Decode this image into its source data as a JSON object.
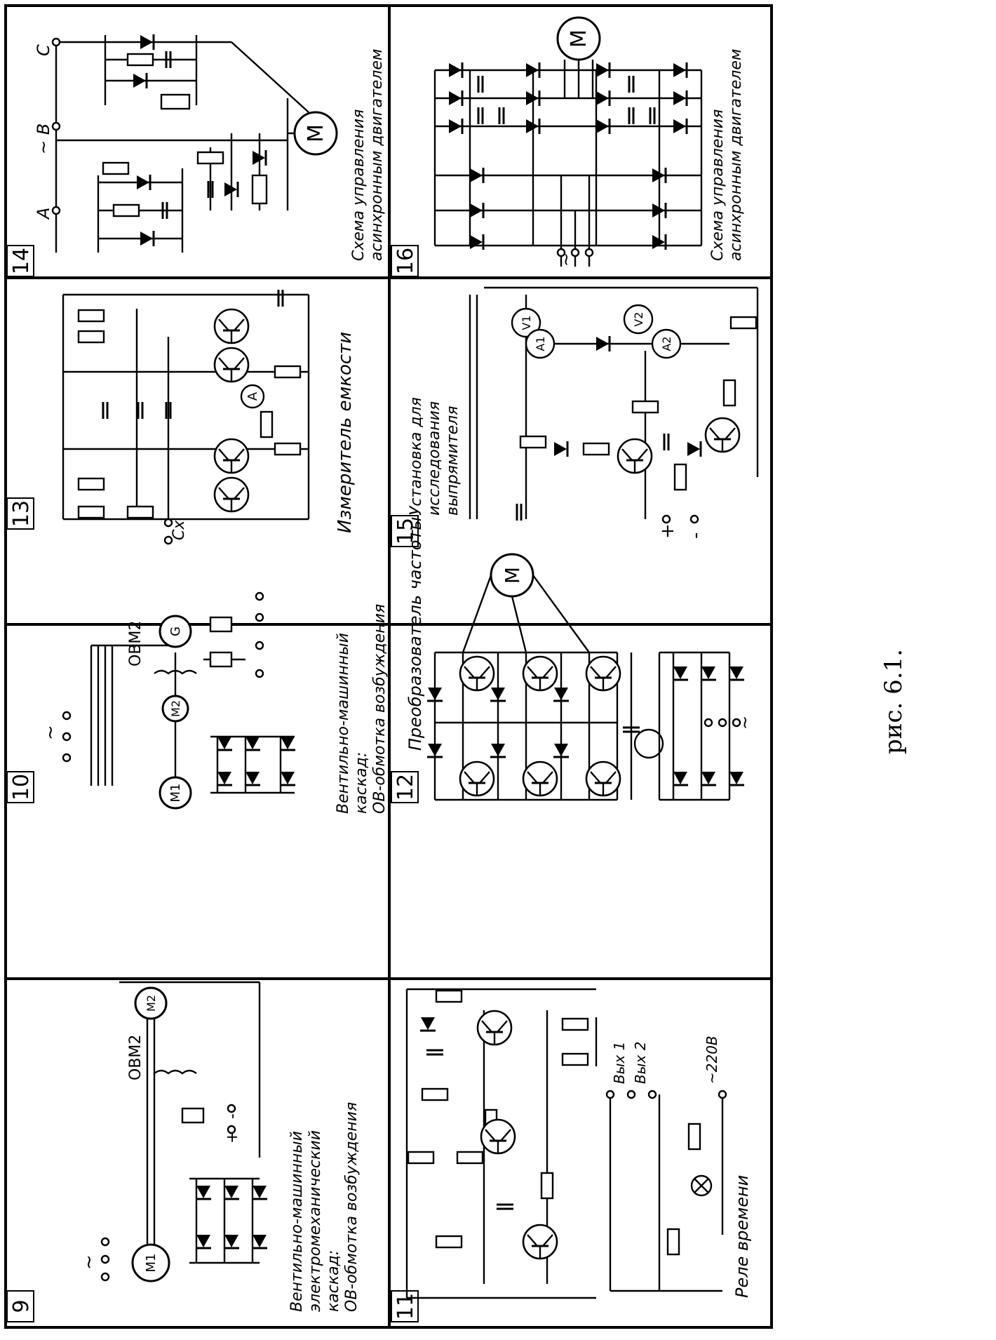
{
  "figure_caption": "рис. 6.1.",
  "panels": [
    {
      "number": "9",
      "caption_lines": [
        "Вентильно-машинный",
        "электромеханический",
        "каскад:",
        "ОВ-обмотка возбуждения"
      ],
      "labels": {
        "winding": "ОВМ2",
        "motor1": "М1",
        "motor2": "М2",
        "tilde": "~"
      }
    },
    {
      "number": "10",
      "caption_lines": [
        "Вентильно-машинный",
        "каскад:",
        "ОВ-обмотка возбуждения"
      ],
      "labels": {
        "winding": "ОВМ2",
        "motor1": "М1",
        "motor2": "М2",
        "gen": "G",
        "tilde": "~"
      }
    },
    {
      "number": "11",
      "caption_lines": [
        "Реле времени"
      ],
      "labels": {
        "out1": "Вых 1",
        "out2": "Вых 2",
        "supply": "~220В"
      }
    },
    {
      "number": "12",
      "caption_lines": [
        "Преобразователь частоты"
      ],
      "labels": {
        "motor": "М",
        "tilde": "~"
      }
    },
    {
      "number": "13",
      "caption_lines": [
        "Измеритель емкости"
      ],
      "labels": {
        "cx": "Сх",
        "ammeter": "А"
      }
    },
    {
      "number": "14",
      "caption_lines": [
        "Схема управления",
        "асинхронным двигателем"
      ],
      "labels": {
        "phase_a": "А",
        "phase_b": "~ В",
        "phase_c": "С",
        "motor": "М"
      }
    },
    {
      "number": "15",
      "caption_lines": [
        "Установка для",
        "исследования",
        "выпрямителя"
      ],
      "labels": {
        "v1": "V1",
        "v2": "V2",
        "a1": "A1",
        "a2": "A2"
      }
    },
    {
      "number": "16",
      "caption_lines": [
        "Схема управления",
        "асинхронным двигателем"
      ],
      "labels": {
        "motor": "М",
        "tilde": "~"
      }
    }
  ]
}
